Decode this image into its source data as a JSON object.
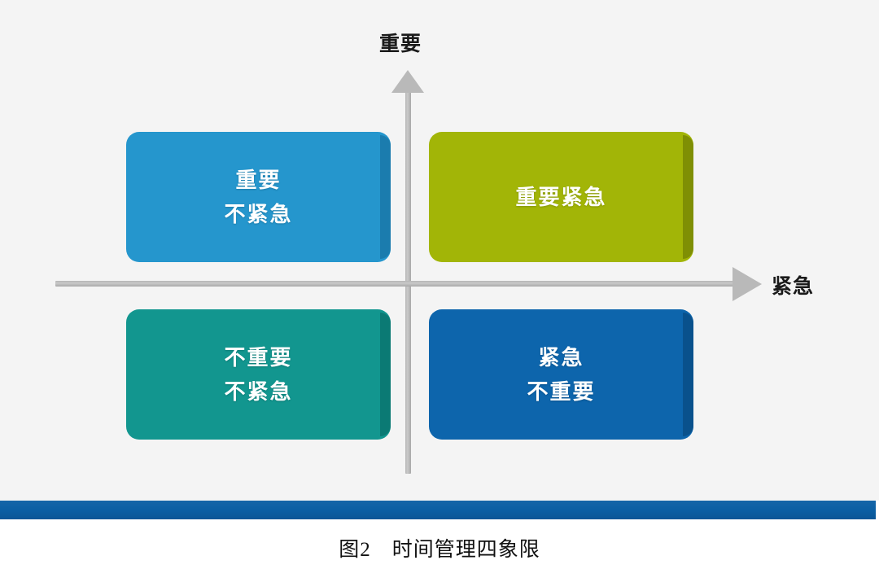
{
  "figure": {
    "caption_number": "图2",
    "caption_title": "时间管理四象限",
    "background_color": "#f4f4f4",
    "footer_bar_color": "#0a5ea3"
  },
  "axes": {
    "vertical": {
      "label": "重要",
      "arrow_icon": "arrow-up-icon",
      "color": "#b9b9b9"
    },
    "horizontal": {
      "label": "紧急",
      "arrow_icon": "arrow-right-icon",
      "color": "#b9b9b9"
    }
  },
  "quadrants": [
    {
      "id": "important-not-urgent",
      "position": "top-left",
      "lines": [
        "重要",
        "不紧急"
      ],
      "text": "重要\n不紧急",
      "fill_color": "#2596cd",
      "edge_color": "#1b7cae",
      "text_color": "#ffffff"
    },
    {
      "id": "important-urgent",
      "position": "top-right",
      "lines": [
        "重要紧急"
      ],
      "text": "重要紧急",
      "fill_color": "#a2b507",
      "edge_color": "#7f8f04",
      "text_color": "#ffffff"
    },
    {
      "id": "not-important-not-urgent",
      "position": "bottom-left",
      "lines": [
        "不重要",
        "不紧急"
      ],
      "text": "不重要\n不紧急",
      "fill_color": "#12968f",
      "edge_color": "#0b7a74",
      "text_color": "#ffffff"
    },
    {
      "id": "urgent-not-important",
      "position": "bottom-right",
      "lines": [
        "紧急",
        "不重要"
      ],
      "text": "紧急\n不重要",
      "fill_color": "#0d65ac",
      "edge_color": "#09518c",
      "text_color": "#ffffff"
    }
  ]
}
